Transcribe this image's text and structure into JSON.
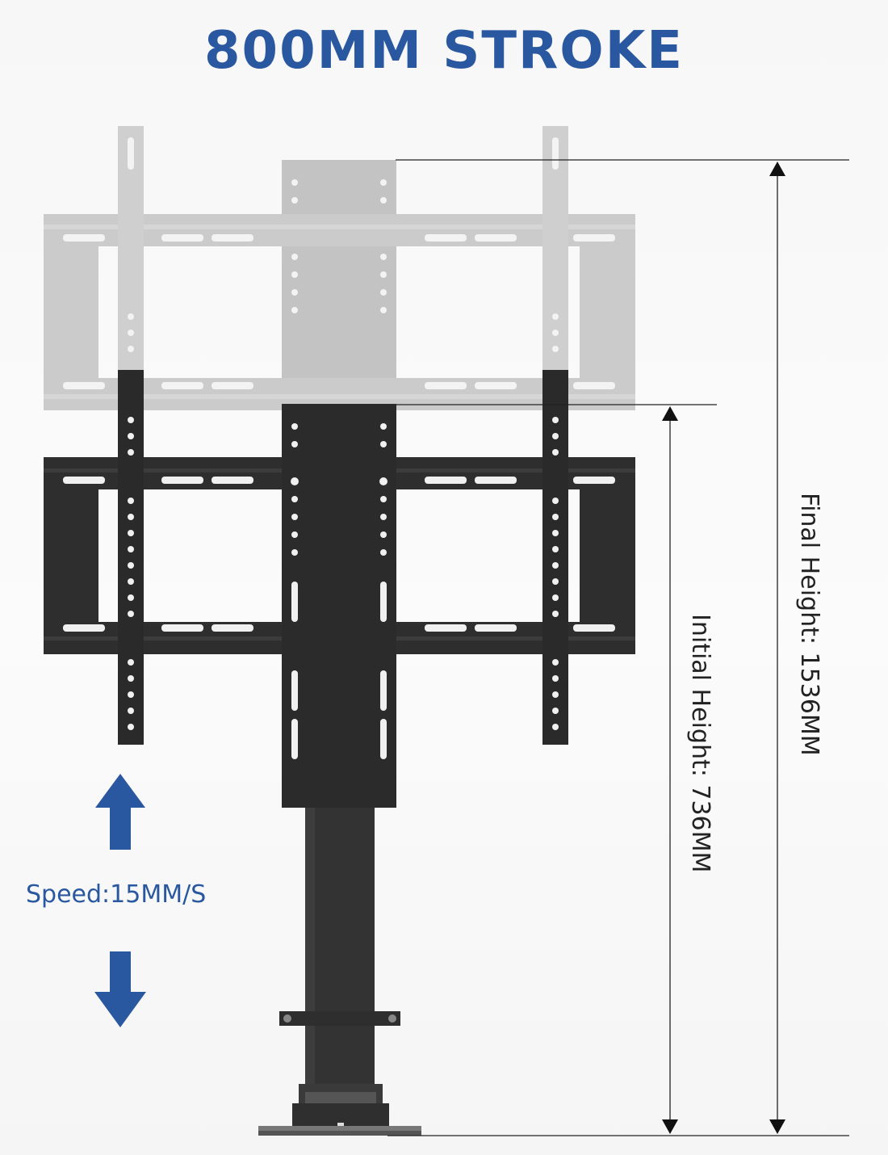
{
  "title": "800MM STROKE",
  "speed": "Speed:15MM/S",
  "dimensions": {
    "final_height": "Final Height: 1536MM",
    "initial_height": "Initial Height: 736MM"
  },
  "colors": {
    "accent": "#2a58a0",
    "mount": "#2b2b2b",
    "ghost": "#c8c8c8"
  },
  "icons": [
    "arrow-up-icon",
    "arrow-down-icon",
    "dimension-arrow-icon"
  ]
}
